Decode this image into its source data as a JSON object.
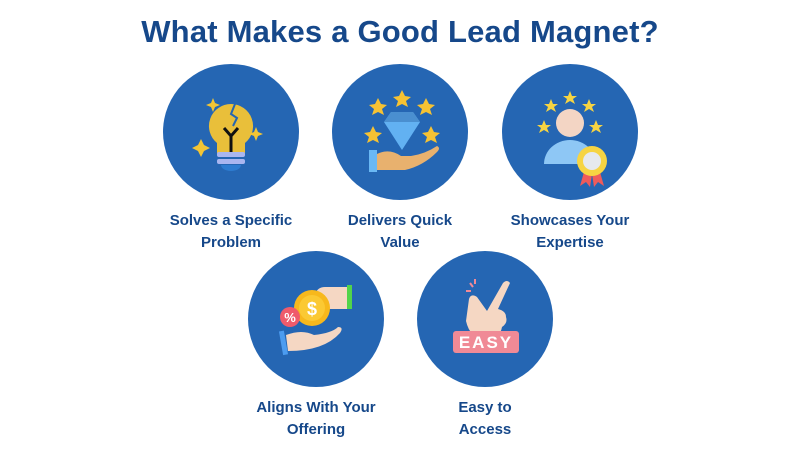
{
  "title": "What Makes a Good Lead Magnet?",
  "items": [
    {
      "line1": "Solves a Specific",
      "line2": "Problem",
      "icon": "lightbulb-icon"
    },
    {
      "line1": "Delivers Quick",
      "line2": "Value",
      "icon": "diamond-hand-icon"
    },
    {
      "line1": "Showcases Your",
      "line2": "Expertise",
      "icon": "expert-badge-icon"
    },
    {
      "line1": "Aligns With Your",
      "line2": "Offering",
      "icon": "coin-exchange-icon"
    },
    {
      "line1": "Easy to",
      "line2": "Access",
      "icon": "easy-snap-icon",
      "badge": "EASY"
    }
  ],
  "colors": {
    "title": "#16488a",
    "circle": "#2566b3"
  }
}
